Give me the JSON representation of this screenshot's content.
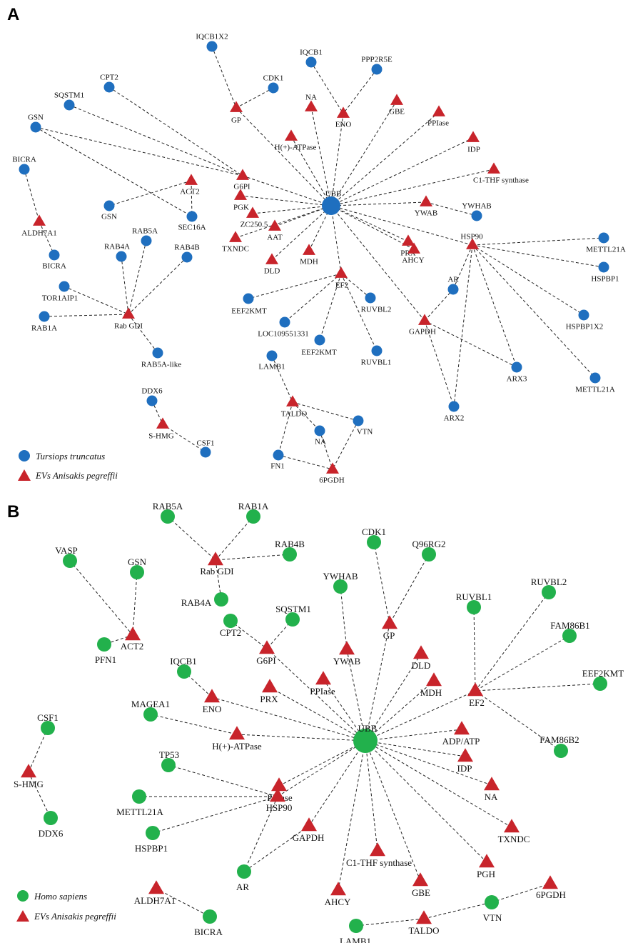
{
  "colors": {
    "circle_a": "#1f6fbf",
    "circle_b": "#22b14c",
    "triangle": "#c8242b",
    "edge": "#222222"
  },
  "panels": [
    {
      "letter": "A",
      "legend": {
        "circle_label": "Tursiops truncatus",
        "triangle_label": "EVs Anisakis pegreffii"
      },
      "nodes": [
        {
          "id": "UBB_A",
          "label": "UBB",
          "shape": "hub"
        },
        {
          "id": "IQCB1X2",
          "label": "IQCB1X2",
          "shape": "circle"
        },
        {
          "id": "IQCB1",
          "label": "IQCB1",
          "shape": "circle"
        },
        {
          "id": "PPP2R5E",
          "label": "PPP2R5E",
          "shape": "circle"
        },
        {
          "id": "CDK1",
          "label": "CDK1",
          "shape": "circle"
        },
        {
          "id": "CPT2",
          "label": "CPT2",
          "shape": "circle"
        },
        {
          "id": "SQSTM1",
          "label": "SQSTM1",
          "shape": "circle"
        },
        {
          "id": "GSN1",
          "label": "GSN",
          "shape": "circle"
        },
        {
          "id": "BICRA1",
          "label": "BICRA",
          "shape": "circle"
        },
        {
          "id": "GSN2",
          "label": "GSN",
          "shape": "circle"
        },
        {
          "id": "SEC16A",
          "label": "SEC16A",
          "shape": "circle"
        },
        {
          "id": "BICRA2",
          "label": "BICRA",
          "shape": "circle"
        },
        {
          "id": "RAB5A",
          "label": "RAB5A",
          "shape": "circle"
        },
        {
          "id": "RAB4A",
          "label": "RAB4A",
          "shape": "circle"
        },
        {
          "id": "RAB4B",
          "label": "RAB4B",
          "shape": "circle"
        },
        {
          "id": "TOR1AIP1",
          "label": "TOR1AIP1",
          "shape": "circle"
        },
        {
          "id": "RAB1A",
          "label": "RAB1A",
          "shape": "circle"
        },
        {
          "id": "RAB5Alike",
          "label": "RAB5A-like",
          "shape": "circle"
        },
        {
          "id": "YWHAB_A",
          "label": "YWHAB",
          "shape": "circle"
        },
        {
          "id": "METTL21A_1",
          "label": "METTL21A",
          "shape": "circle"
        },
        {
          "id": "HSPBP1_A",
          "label": "HSPBP1",
          "shape": "circle"
        },
        {
          "id": "HSPBP1X2",
          "label": "HSPBP1X2",
          "shape": "circle"
        },
        {
          "id": "METTL21A_2",
          "label": "METTL21A",
          "shape": "circle"
        },
        {
          "id": "AR_A",
          "label": "AR",
          "shape": "circle"
        },
        {
          "id": "ARX3",
          "label": "ARX3",
          "shape": "circle"
        },
        {
          "id": "ARX2",
          "label": "ARX2",
          "shape": "circle"
        },
        {
          "id": "EEF2KMT_1",
          "label": "EEF2KMT",
          "shape": "circle"
        },
        {
          "id": "LOC",
          "label": "LOC109551331",
          "shape": "circle"
        },
        {
          "id": "EEF2KMT_2",
          "label": "EEF2KMT",
          "shape": "circle"
        },
        {
          "id": "RUVBL2_A",
          "label": "RUVBL2",
          "shape": "circle"
        },
        {
          "id": "RUVBL1_A",
          "label": "RUVBL1",
          "shape": "circle"
        },
        {
          "id": "LAMB1_A",
          "label": "LAMB1",
          "shape": "circle"
        },
        {
          "id": "NA_c",
          "label": "NA",
          "shape": "circle"
        },
        {
          "id": "VTN_A",
          "label": "VTN",
          "shape": "circle"
        },
        {
          "id": "FN1",
          "label": "FN1",
          "shape": "circle"
        },
        {
          "id": "DDX6_A",
          "label": "DDX6",
          "shape": "circle"
        },
        {
          "id": "CSF1_A",
          "label": "CSF1",
          "shape": "circle"
        },
        {
          "id": "GP_A",
          "label": "GP",
          "shape": "triangle"
        },
        {
          "id": "NA_tA1",
          "label": "NA",
          "shape": "triangle"
        },
        {
          "id": "ENO_A",
          "label": "ENO",
          "shape": "triangle"
        },
        {
          "id": "GBE_A",
          "label": "GBE",
          "shape": "triangle"
        },
        {
          "id": "PPIase_A",
          "label": "PPIase",
          "shape": "triangle"
        },
        {
          "id": "IDP_A",
          "label": "IDP",
          "shape": "triangle"
        },
        {
          "id": "C1THF_A",
          "label": "C1-THF synthase",
          "shape": "triangle"
        },
        {
          "id": "HATP_A",
          "label": "H(+)-ATPase",
          "shape": "triangle"
        },
        {
          "id": "G6PI_A",
          "label": "G6PI",
          "shape": "triangle"
        },
        {
          "id": "ACT2_A",
          "label": "ACT2",
          "shape": "triangle"
        },
        {
          "id": "PGK",
          "label": "PGK",
          "shape": "triangle"
        },
        {
          "id": "ZC250",
          "label": "ZC250.5",
          "shape": "triangle"
        },
        {
          "id": "TXNDC_A",
          "label": "TXNDC",
          "shape": "triangle"
        },
        {
          "id": "AAT",
          "label": "AAT",
          "shape": "triangle"
        },
        {
          "id": "DLD_A",
          "label": "DLD",
          "shape": "triangle"
        },
        {
          "id": "MDH_A",
          "label": "MDH",
          "shape": "triangle"
        },
        {
          "id": "ALDH7A1_A",
          "label": "ALDH7A1",
          "shape": "triangle"
        },
        {
          "id": "YWAB_A",
          "label": "YWAB",
          "shape": "triangle"
        },
        {
          "id": "HSP90_A",
          "label": "HSP90",
          "shape": "triangle"
        },
        {
          "id": "PRX_A",
          "label": "PRX",
          "shape": "triangle"
        },
        {
          "id": "AHCY_A",
          "label": "AHCY",
          "shape": "triangle"
        },
        {
          "id": "EF2_A",
          "label": "EF2",
          "shape": "triangle"
        },
        {
          "id": "GAPDH_A",
          "label": "GAPDH",
          "shape": "triangle"
        },
        {
          "id": "RabGDI_A",
          "label": "Rab GDI",
          "shape": "triangle"
        },
        {
          "id": "TALDO_A",
          "label": "TALDO",
          "shape": "triangle"
        },
        {
          "id": "PGDH6_A",
          "label": "6PGDH",
          "shape": "triangle"
        },
        {
          "id": "SHMG_A",
          "label": "S-HMG",
          "shape": "triangle"
        }
      ],
      "edges": [
        [
          "IQCB1X2",
          "GP_A"
        ],
        [
          "CDK1",
          "GP_A"
        ],
        [
          "GP_A",
          "UBB_A"
        ],
        [
          "IQCB1",
          "ENO_A"
        ],
        [
          "PPP2R5E",
          "ENO_A"
        ],
        [
          "ENO_A",
          "UBB_A"
        ],
        [
          "NA_tA1",
          "UBB_A"
        ],
        [
          "GBE_A",
          "UBB_A"
        ],
        [
          "PPIase_A",
          "UBB_A"
        ],
        [
          "IDP_A",
          "UBB_A"
        ],
        [
          "C1THF_A",
          "UBB_A"
        ],
        [
          "HATP_A",
          "UBB_A"
        ],
        [
          "CPT2",
          "G6PI_A"
        ],
        [
          "SQSTM1",
          "G6PI_A"
        ],
        [
          "GSN1",
          "G6PI_A"
        ],
        [
          "G6PI_A",
          "UBB_A"
        ],
        [
          "GSN1",
          "SEC16A"
        ],
        [
          "ACT2_A",
          "SEC16A"
        ],
        [
          "ACT2_A",
          "GSN2"
        ],
        [
          "BICRA1",
          "ALDH7A1_A"
        ],
        [
          "ALDH7A1_A",
          "BICRA2"
        ],
        [
          "PGK",
          "UBB_A"
        ],
        [
          "ZC250",
          "UBB_A"
        ],
        [
          "TXNDC_A",
          "UBB_A"
        ],
        [
          "AAT",
          "UBB_A"
        ],
        [
          "DLD_A",
          "UBB_A"
        ],
        [
          "MDH_A",
          "UBB_A"
        ],
        [
          "EF2_A",
          "UBB_A"
        ],
        [
          "PRX_A",
          "UBB_A"
        ],
        [
          "AHCY_A",
          "UBB_A"
        ],
        [
          "GAPDH_A",
          "UBB_A"
        ],
        [
          "HSP90_A",
          "UBB_A"
        ],
        [
          "YWAB_A",
          "UBB_A"
        ],
        [
          "YWAB_A",
          "YWHAB_A"
        ],
        [
          "HSP90_A",
          "METTL21A_1"
        ],
        [
          "HSP90_A",
          "HSPBP1_A"
        ],
        [
          "HSP90_A",
          "HSPBP1X2"
        ],
        [
          "HSP90_A",
          "METTL21A_2"
        ],
        [
          "HSP90_A",
          "AR_A"
        ],
        [
          "HSP90_A",
          "ARX3"
        ],
        [
          "HSP90_A",
          "ARX2"
        ],
        [
          "GAPDH_A",
          "AR_A"
        ],
        [
          "GAPDH_A",
          "ARX3"
        ],
        [
          "GAPDH_A",
          "ARX2"
        ],
        [
          "EF2_A",
          "EEF2KMT_1"
        ],
        [
          "EF2_A",
          "LOC"
        ],
        [
          "EF2_A",
          "EEF2KMT_2"
        ],
        [
          "EF2_A",
          "RUVBL2_A"
        ],
        [
          "EF2_A",
          "RUVBL1_A"
        ],
        [
          "RAB5A",
          "RabGDI_A"
        ],
        [
          "RAB4A",
          "RabGDI_A"
        ],
        [
          "RAB4B",
          "RabGDI_A"
        ],
        [
          "TOR1AIP1",
          "RabGDI_A"
        ],
        [
          "RAB1A",
          "RabGDI_A"
        ],
        [
          "RabGDI_A",
          "RAB5Alike"
        ],
        [
          "LAMB1_A",
          "TALDO_A"
        ],
        [
          "TALDO_A",
          "VTN_A"
        ],
        [
          "TALDO_A",
          "NA_c"
        ],
        [
          "TALDO_A",
          "FN1"
        ],
        [
          "NA_c",
          "PGDH6_A"
        ],
        [
          "VTN_A",
          "PGDH6_A"
        ],
        [
          "FN1",
          "PGDH6_A"
        ],
        [
          "DDX6_A",
          "SHMG_A"
        ],
        [
          "SHMG_A",
          "CSF1_A"
        ]
      ]
    },
    {
      "letter": "B",
      "legend": {
        "circle_label": "Homo sapiens",
        "triangle_label": "EVs Anisakis pegreffii"
      },
      "nodes": [
        {
          "id": "UBB_B",
          "label": "UBB",
          "shape": "hub"
        },
        {
          "id": "RAB5A_B",
          "label": "RAB5A",
          "shape": "circle"
        },
        {
          "id": "RAB1A_B",
          "label": "RAB1A",
          "shape": "circle"
        },
        {
          "id": "RAB4B_B",
          "label": "RAB4B",
          "shape": "circle"
        },
        {
          "id": "RAB4A_B",
          "label": "RAB4A",
          "shape": "circle"
        },
        {
          "id": "VASP",
          "label": "VASP",
          "shape": "circle"
        },
        {
          "id": "GSN_B",
          "label": "GSN",
          "shape": "circle"
        },
        {
          "id": "PFN1",
          "label": "PFN1",
          "shape": "circle"
        },
        {
          "id": "CDK1_B",
          "label": "CDK1",
          "shape": "circle"
        },
        {
          "id": "Q96RG2",
          "label": "Q96RG2",
          "shape": "circle"
        },
        {
          "id": "YWHAB_B",
          "label": "YWHAB",
          "shape": "circle"
        },
        {
          "id": "SQSTM1_B",
          "label": "SQSTM1",
          "shape": "circle"
        },
        {
          "id": "CPT2_B",
          "label": "CPT2",
          "shape": "circle"
        },
        {
          "id": "RUVBL1_B",
          "label": "RUVBL1",
          "shape": "circle"
        },
        {
          "id": "RUVBL2_B",
          "label": "RUVBL2",
          "shape": "circle"
        },
        {
          "id": "FAM86B1",
          "label": "FAM86B1",
          "shape": "circle"
        },
        {
          "id": "EEF2KMT_B",
          "label": "EEF2KMT",
          "shape": "circle"
        },
        {
          "id": "FAM86B2",
          "label": "FAM86B2",
          "shape": "circle"
        },
        {
          "id": "IQCB1_B",
          "label": "IQCB1",
          "shape": "circle"
        },
        {
          "id": "MAGEA1",
          "label": "MAGEA1",
          "shape": "circle"
        },
        {
          "id": "CSF1_B",
          "label": "CSF1",
          "shape": "circle"
        },
        {
          "id": "DDX6_B",
          "label": "DDX6",
          "shape": "circle"
        },
        {
          "id": "TP53",
          "label": "TP53",
          "shape": "circle"
        },
        {
          "id": "METTL21A_B",
          "label": "METTL21A",
          "shape": "circle"
        },
        {
          "id": "HSPBP1_B",
          "label": "HSPBP1",
          "shape": "circle"
        },
        {
          "id": "AR_B",
          "label": "AR",
          "shape": "circle"
        },
        {
          "id": "BICRA_B",
          "label": "BICRA",
          "shape": "circle"
        },
        {
          "id": "LAMB1_B",
          "label": "LAMB1",
          "shape": "circle"
        },
        {
          "id": "VTN_B",
          "label": "VTN",
          "shape": "circle"
        },
        {
          "id": "RabGDI_B",
          "label": "Rab GDI",
          "shape": "triangle"
        },
        {
          "id": "ACT2_B",
          "label": "ACT2",
          "shape": "triangle"
        },
        {
          "id": "GP_B",
          "label": "GP",
          "shape": "triangle"
        },
        {
          "id": "G6PI_B",
          "label": "G6PI",
          "shape": "triangle"
        },
        {
          "id": "YWAB_B",
          "label": "YWAB",
          "shape": "triangle"
        },
        {
          "id": "DLD_B",
          "label": "DLD",
          "shape": "triangle"
        },
        {
          "id": "MDH_B",
          "label": "MDH",
          "shape": "triangle"
        },
        {
          "id": "EF2_B",
          "label": "EF2",
          "shape": "triangle"
        },
        {
          "id": "PPIase_B1",
          "label": "PPIase",
          "shape": "triangle"
        },
        {
          "id": "PRX_B",
          "label": "PRX",
          "shape": "triangle"
        },
        {
          "id": "ENO_B",
          "label": "ENO",
          "shape": "triangle"
        },
        {
          "id": "HATP_B",
          "label": "H(+)-ATPase",
          "shape": "triangle"
        },
        {
          "id": "ADPATP",
          "label": "ADP/ATP",
          "shape": "triangle"
        },
        {
          "id": "IDP_B",
          "label": "IDP",
          "shape": "triangle"
        },
        {
          "id": "NA_B",
          "label": "NA",
          "shape": "triangle"
        },
        {
          "id": "PPIase_B2",
          "label": "PPIase",
          "shape": "triangle"
        },
        {
          "id": "SHMG_B",
          "label": "S-HMG",
          "shape": "triangle"
        },
        {
          "id": "HSP90_B",
          "label": "HSP90",
          "shape": "triangle"
        },
        {
          "id": "GAPDH_B",
          "label": "GAPDH",
          "shape": "triangle"
        },
        {
          "id": "TXNDC_B",
          "label": "TXNDC",
          "shape": "triangle"
        },
        {
          "id": "C1THF_B",
          "label": "C1-THF synthase",
          "shape": "triangle"
        },
        {
          "id": "PGH",
          "label": "PGH",
          "shape": "triangle"
        },
        {
          "id": "GBE_B",
          "label": "GBE",
          "shape": "triangle"
        },
        {
          "id": "AHCY_B",
          "label": "AHCY",
          "shape": "triangle"
        },
        {
          "id": "ALDH7A1_B",
          "label": "ALDH7A1",
          "shape": "triangle"
        },
        {
          "id": "TALDO_B",
          "label": "TALDO",
          "shape": "triangle"
        },
        {
          "id": "PGDH6_B",
          "label": "6PGDH",
          "shape": "triangle"
        }
      ],
      "edges": [
        [
          "RAB5A_B",
          "RabGDI_B"
        ],
        [
          "RAB1A_B",
          "RabGDI_B"
        ],
        [
          "RAB4B_B",
          "RabGDI_B"
        ],
        [
          "RabGDI_B",
          "RAB4A_B"
        ],
        [
          "VASP",
          "ACT2_B"
        ],
        [
          "GSN_B",
          "ACT2_B"
        ],
        [
          "ACT2_B",
          "PFN1"
        ],
        [
          "CDK1_B",
          "GP_B"
        ],
        [
          "Q96RG2",
          "GP_B"
        ],
        [
          "GP_B",
          "UBB_B"
        ],
        [
          "YWHAB_B",
          "YWAB_B"
        ],
        [
          "YWAB_B",
          "UBB_B"
        ],
        [
          "SQSTM1_B",
          "G6PI_B"
        ],
        [
          "CPT2_B",
          "G6PI_B"
        ],
        [
          "G6PI_B",
          "UBB_B"
        ],
        [
          "DLD_B",
          "UBB_B"
        ],
        [
          "MDH_B",
          "UBB_B"
        ],
        [
          "EF2_B",
          "UBB_B"
        ],
        [
          "RUVBL1_B",
          "EF2_B"
        ],
        [
          "RUVBL2_B",
          "EF2_B"
        ],
        [
          "FAM86B1",
          "EF2_B"
        ],
        [
          "EEF2KMT_B",
          "EF2_B"
        ],
        [
          "FAM86B2",
          "EF2_B"
        ],
        [
          "PPIase_B1",
          "UBB_B"
        ],
        [
          "PRX_B",
          "UBB_B"
        ],
        [
          "IQCB1_B",
          "ENO_B"
        ],
        [
          "ENO_B",
          "UBB_B"
        ],
        [
          "MAGEA1",
          "HATP_B"
        ],
        [
          "HATP_B",
          "UBB_B"
        ],
        [
          "ADPATP",
          "UBB_B"
        ],
        [
          "IDP_B",
          "UBB_B"
        ],
        [
          "NA_B",
          "UBB_B"
        ],
        [
          "PPIase_B2",
          "UBB_B"
        ],
        [
          "CSF1_B",
          "SHMG_B"
        ],
        [
          "SHMG_B",
          "DDX6_B"
        ],
        [
          "TP53",
          "HSP90_B"
        ],
        [
          "METTL21A_B",
          "HSP90_B"
        ],
        [
          "HSPBP1_B",
          "HSP90_B"
        ],
        [
          "HSP90_B",
          "UBB_B"
        ],
        [
          "HSP90_B",
          "AR_B"
        ],
        [
          "GAPDH_B",
          "AR_B"
        ],
        [
          "GAPDH_B",
          "UBB_B"
        ],
        [
          "TXNDC_B",
          "UBB_B"
        ],
        [
          "C1THF_B",
          "UBB_B"
        ],
        [
          "PGH",
          "UBB_B"
        ],
        [
          "GBE_B",
          "UBB_B"
        ],
        [
          "AHCY_B",
          "UBB_B"
        ],
        [
          "ALDH7A1_B",
          "BICRA_B"
        ],
        [
          "LAMB1_B",
          "TALDO_B"
        ],
        [
          "TALDO_B",
          "VTN_B"
        ],
        [
          "VTN_B",
          "PGDH6_B"
        ]
      ]
    }
  ]
}
